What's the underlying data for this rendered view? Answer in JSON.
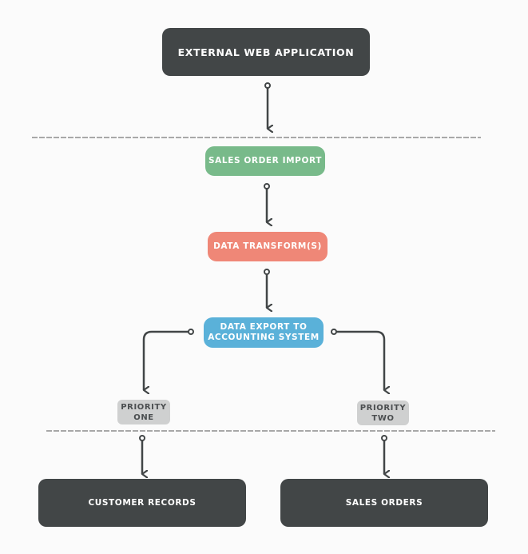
{
  "colors": {
    "background": "#fbfbfb",
    "dark_box": "#424647",
    "connector": "#424647",
    "dashed_line": "#555555",
    "sales_order_import": "#78ba8a",
    "data_transform": "#ef8777",
    "data_export": "#5ab1d9",
    "priority_tag": "#cfd0d0",
    "priority_text": "#4b4e50"
  },
  "nodes": {
    "external_web_application": "EXTERNAL WEB APPLICATION",
    "sales_order_import": "SALES ORDER IMPORT",
    "data_transform": "DATA TRANSFORM(S)",
    "data_export": "DATA EXPORT TO\nACCOUNTING SYSTEM",
    "priority_one": "PRIORITY\nONE",
    "priority_two": "PRIORITY\nTWO",
    "customer_records": "CUSTOMER RECORDS",
    "sales_orders": "SALES ORDERS"
  }
}
